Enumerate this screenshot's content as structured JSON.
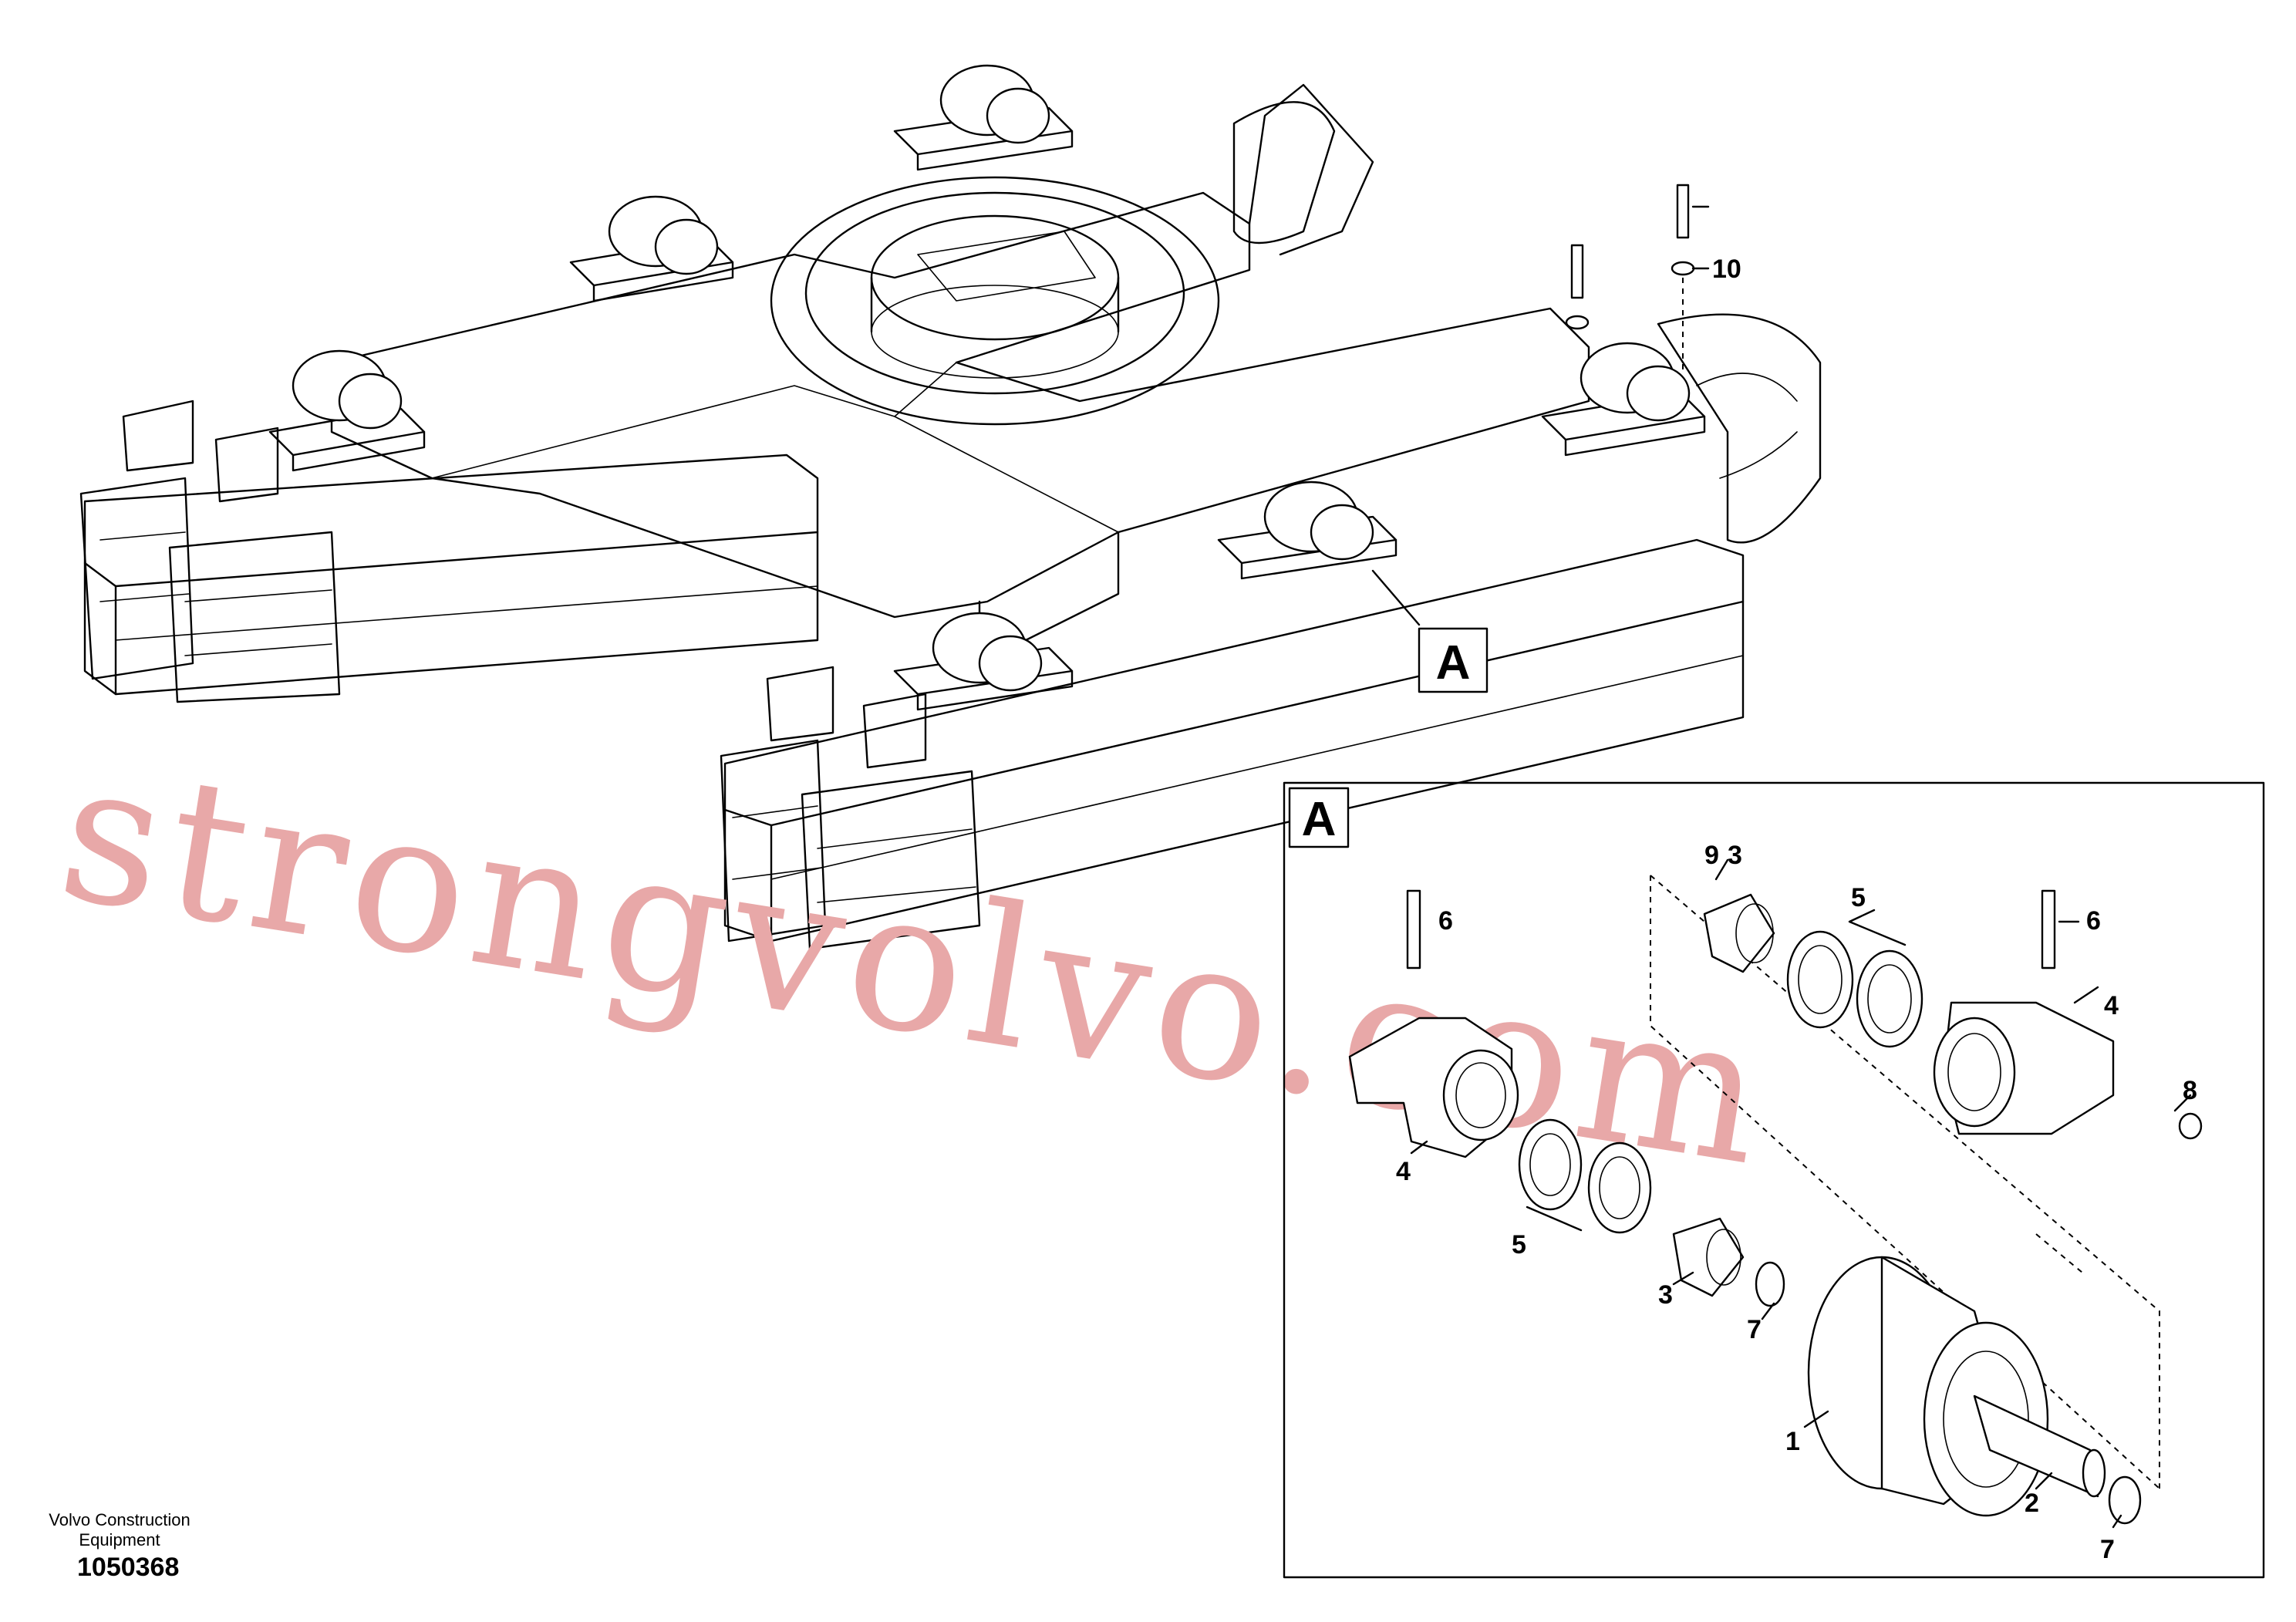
{
  "watermark": "strongvolvo.com",
  "callout_main": "A",
  "detail_label": "A",
  "part_labels": {
    "p1": "1",
    "p2": "2",
    "p3a": "3",
    "p3b": "3",
    "p4a": "4",
    "p4b": "4",
    "p5a": "5",
    "p5b": "5",
    "p6a": "6",
    "p6b": "6",
    "p7a": "7",
    "p7b": "7",
    "p8": "8",
    "p9": "9",
    "p10": "10"
  },
  "footer": {
    "company_line1": "Volvo Construction",
    "company_line2": "Equipment",
    "drawing_number": "1050368"
  }
}
